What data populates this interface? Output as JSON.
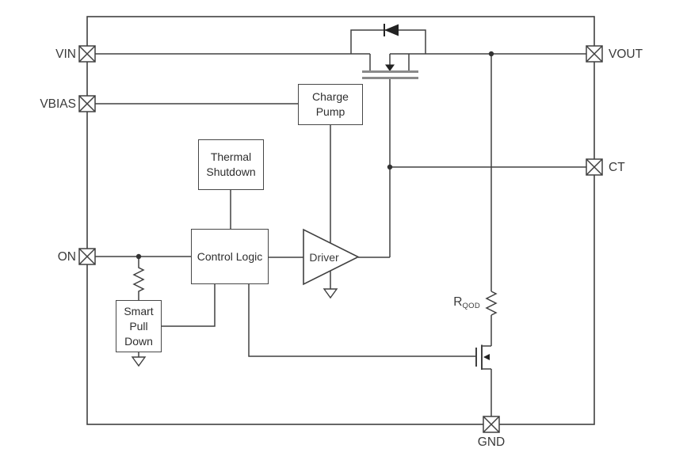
{
  "pins": {
    "vin": "VIN",
    "vbias": "VBIAS",
    "on": "ON",
    "vout": "VOUT",
    "ct": "CT",
    "gnd": "GND"
  },
  "blocks": {
    "charge_pump": "Charge Pump",
    "thermal_shutdown": "Thermal Shutdown",
    "control_logic": "Control Logic",
    "driver": "Driver",
    "smart_pull_down": "Smart Pull Down"
  },
  "labels": {
    "rqod_base": "R",
    "rqod_sub": "QOD"
  },
  "colors": {
    "line": "#404040",
    "fet_bar": "#8a8a8a",
    "text": "#2e2e2e",
    "background": "#ffffff"
  }
}
